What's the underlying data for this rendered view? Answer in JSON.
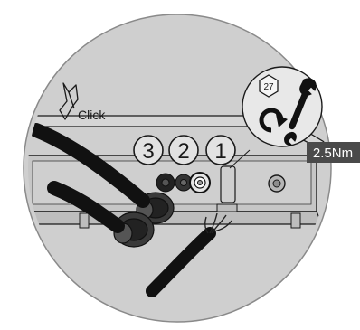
{
  "click_label": "Click",
  "steps": [
    "3",
    "2",
    "1"
  ],
  "wrench_size": "27",
  "torque_label": "2.5Nm",
  "colors": {
    "circle_fill": "#cfcfcf",
    "box_fill": "#c9c9c9",
    "outline": "#1a1a1a",
    "torque_bg": "#4a4a4a",
    "torque_text": "#ffffff",
    "cable": "#111111"
  },
  "icons": [
    "click-hand-icon",
    "hex-nut-icon",
    "rotate-clockwise-icon",
    "wrench-icon"
  ]
}
